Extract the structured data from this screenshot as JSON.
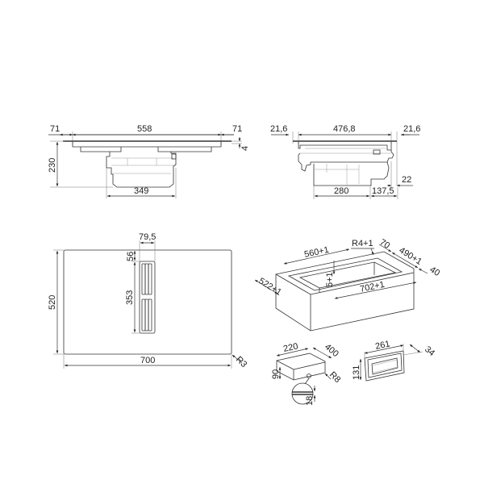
{
  "drawing": {
    "type": "technical installation drawing",
    "subject": "induction hob with integrated downdraft extractor"
  },
  "side_view_front": {
    "dims": {
      "left_margin": "71",
      "width_top": "558",
      "right_margin": "71",
      "glass_thickness": "4",
      "total_height": "230",
      "motor_width": "349"
    }
  },
  "side_view_lateral": {
    "dims": {
      "left_margin": "21,6",
      "width_top": "476,8",
      "right_margin": "21,6",
      "offset_right": "22",
      "motor_width": "280",
      "rear_offset": "137,5"
    }
  },
  "top_view": {
    "dims": {
      "vent_width": "79,5",
      "vent_top_offset": "56",
      "vent_length": "353",
      "hob_depth": "520",
      "hob_width": "700",
      "corner_radius": "R3"
    }
  },
  "cutout_view": {
    "dims": {
      "cut_width": "560+1",
      "corner_radius": "R4+1",
      "front_offset": "70",
      "cut_depth": "490+1",
      "back_offset": "40",
      "rebate_width": "702+1",
      "rebate_depth": "522+1",
      "rebate_height": "5+1"
    }
  },
  "plinth_duct": {
    "dims": {
      "width": "220",
      "depth": "400",
      "height": "90",
      "radius": "R8",
      "detail_gap": "18"
    }
  },
  "duct_frame": {
    "dims": {
      "width": "261",
      "height": "131",
      "depth": "34"
    }
  }
}
